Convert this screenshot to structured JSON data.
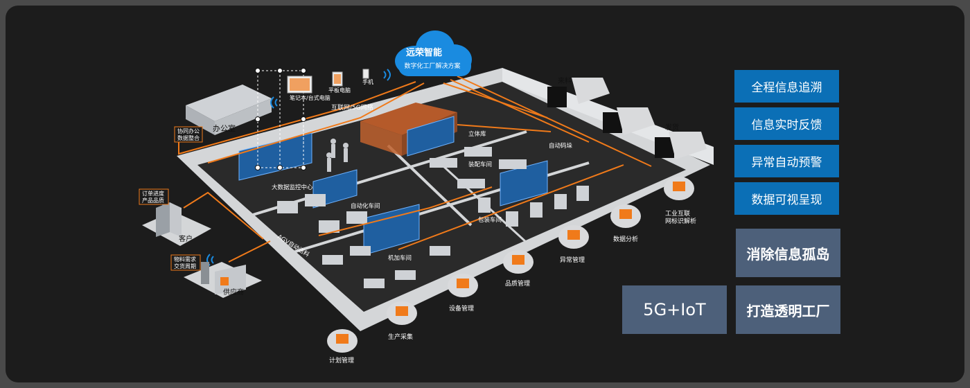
{
  "cloud": {
    "title": "远荣智能",
    "subtitle": "数字化工厂解决方案"
  },
  "network": {
    "label": "互联网/5G网络"
  },
  "devices": [
    {
      "label": "笔记本/台式电脑"
    },
    {
      "label": "平板电脑"
    },
    {
      "label": "手机"
    }
  ],
  "zones": {
    "office": "办公室",
    "bigdata": "大数据监控中心",
    "warehouse": "立体库",
    "assembly": "装配车间",
    "auto_feed": "自动码垛",
    "automation": "自动化车间",
    "packaging": "包装车间",
    "agv": "AGV自动送料",
    "machining": "机加车间",
    "incoming": "来料",
    "shipping": "发货"
  },
  "external": {
    "collab_note": "协同办公\n数据整合",
    "customer_note": "订单进度\n产品品质",
    "customer": "客户",
    "supplier_note": "物料需求\n交货周期",
    "supplier": "供应商"
  },
  "modules": [
    {
      "label": "计划管理"
    },
    {
      "label": "生产采集"
    },
    {
      "label": "设备管理"
    },
    {
      "label": "品质管理"
    },
    {
      "label": "异常管理"
    },
    {
      "label": "数据分析"
    },
    {
      "label": "工业互联\n网标识解析"
    }
  ],
  "features": [
    "全程信息追溯",
    "信息实时反馈",
    "异常自动预警",
    "数据可视呈现"
  ],
  "highlights": {
    "island": "消除信息孤岛",
    "tech": "5G+IoT",
    "transparent": "打造透明工厂"
  },
  "colors": {
    "accent": "#f07a1a",
    "blue": "#0b6fb6",
    "slate": "#4d607a"
  }
}
